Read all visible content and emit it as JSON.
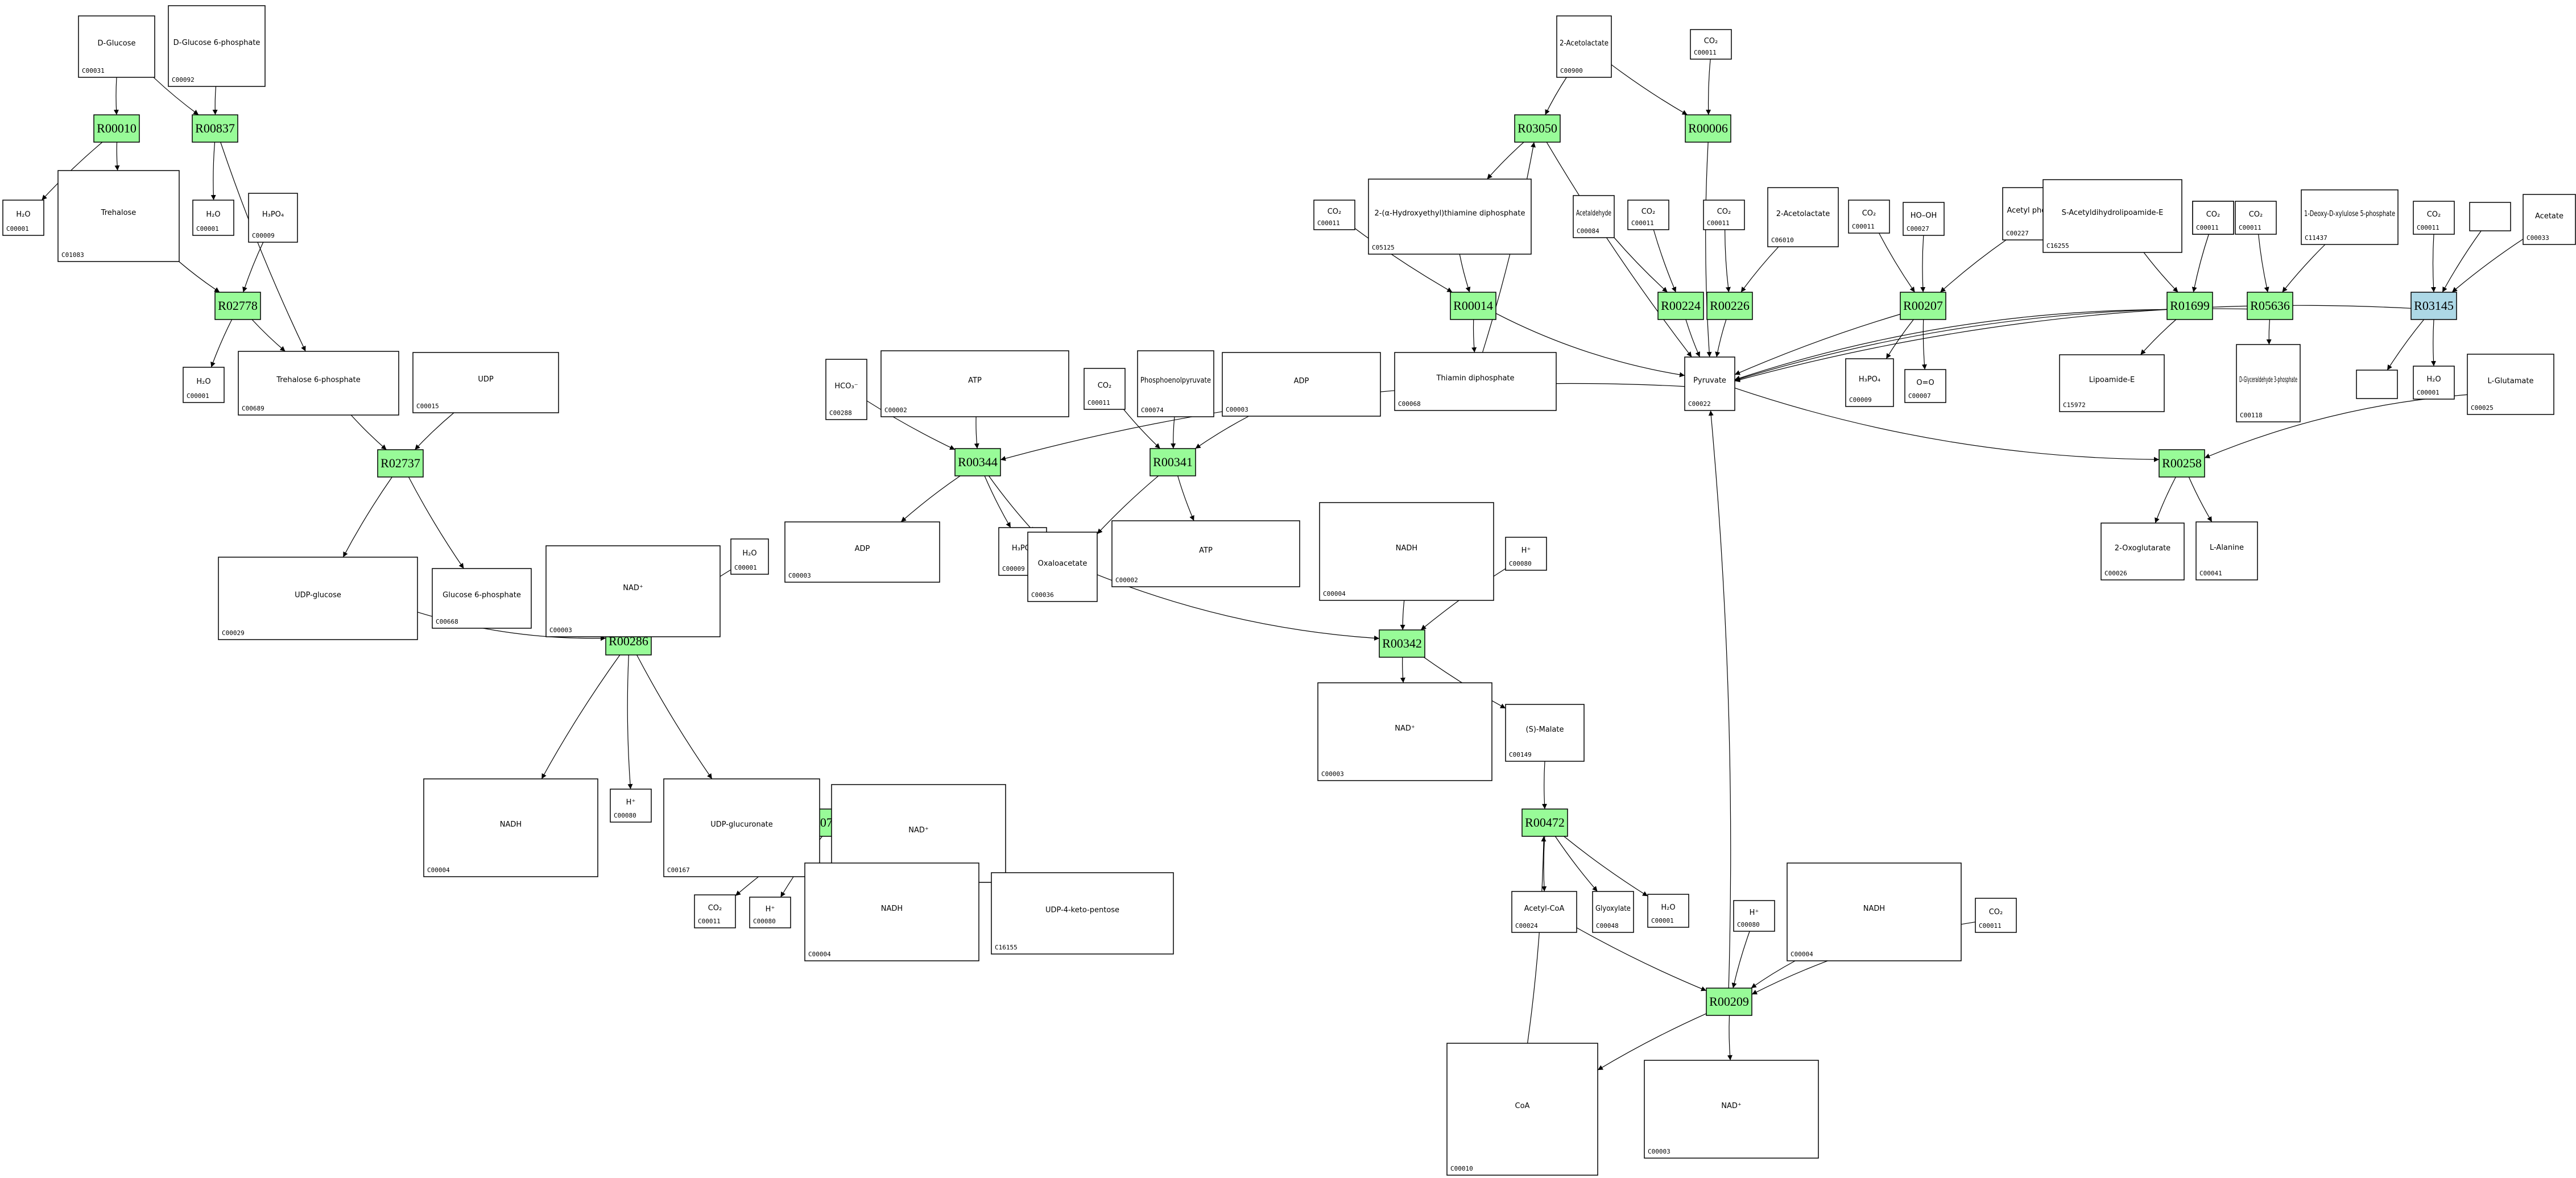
{
  "title": "KEGG reaction network graph",
  "colors": {
    "reaction_default": "#98FB98",
    "reaction_highlight": "#ADD8E6",
    "compound_fill": "#FFFFFF",
    "stroke": "#000000"
  },
  "reactions": [
    {
      "id": "R00010",
      "highlight": false
    },
    {
      "id": "R00837",
      "highlight": false
    },
    {
      "id": "R02778",
      "highlight": false
    },
    {
      "id": "R02737",
      "highlight": false
    },
    {
      "id": "R00286",
      "highlight": false
    },
    {
      "id": "R07658",
      "highlight": false
    },
    {
      "id": "R00344",
      "highlight": false
    },
    {
      "id": "R00341",
      "highlight": false
    },
    {
      "id": "R00342",
      "highlight": false
    },
    {
      "id": "R00472",
      "highlight": false
    },
    {
      "id": "R00209",
      "highlight": false
    },
    {
      "id": "R03050",
      "highlight": false
    },
    {
      "id": "R00006",
      "highlight": false
    },
    {
      "id": "R00014",
      "highlight": false
    },
    {
      "id": "R00224",
      "highlight": false
    },
    {
      "id": "R00226",
      "highlight": false
    },
    {
      "id": "R00207",
      "highlight": false
    },
    {
      "id": "R01699",
      "highlight": false
    },
    {
      "id": "R05636",
      "highlight": false
    },
    {
      "id": "R03145",
      "highlight": true
    },
    {
      "id": "R00258",
      "highlight": false
    }
  ],
  "compounds": [
    {
      "key": "c00031",
      "id": "C00031",
      "formula": "D-Glucose"
    },
    {
      "key": "c00092",
      "id": "C00092",
      "formula": "D-Glucose 6-phosphate"
    },
    {
      "key": "c00001a",
      "id": "C00001",
      "formula": "H₂O"
    },
    {
      "key": "c01083",
      "id": "C01083",
      "formula": "Trehalose"
    },
    {
      "key": "c00001b",
      "id": "C00001",
      "formula": "H₂O"
    },
    {
      "key": "c00009a",
      "id": "C00009",
      "formula": "H₃PO₄"
    },
    {
      "key": "c00001c",
      "id": "C00001",
      "formula": "H₂O"
    },
    {
      "key": "c00689",
      "id": "C00689",
      "formula": "Trehalose 6-phosphate"
    },
    {
      "key": "c00015",
      "id": "C00015",
      "formula": "UDP"
    },
    {
      "key": "c00029",
      "id": "C00029",
      "formula": "UDP-glucose"
    },
    {
      "key": "c00668",
      "id": "C00668",
      "formula": "Glucose 6-phosphate"
    },
    {
      "key": "c00003a",
      "id": "C00003",
      "formula": "NAD⁺"
    },
    {
      "key": "c00001d",
      "id": "C00001",
      "formula": "H₂O"
    },
    {
      "key": "c00004a",
      "id": "C00004",
      "formula": "NADH"
    },
    {
      "key": "c00080a",
      "id": "C00080",
      "formula": "H⁺"
    },
    {
      "key": "c00167",
      "id": "C00167",
      "formula": "UDP-glucuronate"
    },
    {
      "key": "c00003b",
      "id": "C00003",
      "formula": "NAD⁺"
    },
    {
      "key": "c00011a",
      "id": "C00011",
      "formula": "CO₂"
    },
    {
      "key": "c00080b",
      "id": "C00080",
      "formula": "H⁺"
    },
    {
      "key": "c00004b",
      "id": "C00004",
      "formula": "NADH"
    },
    {
      "key": "c16155",
      "id": "C16155",
      "formula": "UDP-4-keto-pentose"
    },
    {
      "key": "c00288",
      "id": "C00288",
      "formula": "HCO₃⁻"
    },
    {
      "key": "c00002a",
      "id": "C00002",
      "formula": "ATP"
    },
    {
      "key": "c00011b",
      "id": "C00011",
      "formula": "CO₂"
    },
    {
      "key": "c00074",
      "id": "C00074",
      "formula": "Phosphoenolpyruvate"
    },
    {
      "key": "c00003c",
      "id": "C00003",
      "formula": "ADP"
    },
    {
      "key": "c00003d",
      "id": "C00003",
      "formula": "ADP"
    },
    {
      "key": "c00009b",
      "id": "C00009",
      "formula": "H₃PO₄"
    },
    {
      "key": "c00036",
      "id": "C00036",
      "formula": "Oxaloacetate"
    },
    {
      "key": "c00002b",
      "id": "C00002",
      "formula": "ATP"
    },
    {
      "key": "c00004c",
      "id": "C00004",
      "formula": "NADH"
    },
    {
      "key": "c00080c",
      "id": "C00080",
      "formula": "H⁺"
    },
    {
      "key": "c00003e",
      "id": "C00003",
      "formula": "NAD⁺"
    },
    {
      "key": "c00149",
      "id": "C00149",
      "formula": "(S)-Malate"
    },
    {
      "key": "c00024",
      "id": "C00024",
      "formula": "Acetyl-CoA"
    },
    {
      "key": "c00048",
      "id": "C00048",
      "formula": "Glyoxylate"
    },
    {
      "key": "c00001e",
      "id": "C00001",
      "formula": "H₂O"
    },
    {
      "key": "c00080d",
      "id": "C00080",
      "formula": "H⁺"
    },
    {
      "key": "c00004d",
      "id": "C00004",
      "formula": "NADH"
    },
    {
      "key": "c00011c",
      "id": "C00011",
      "formula": "CO₂"
    },
    {
      "key": "c00010",
      "id": "C00010",
      "formula": "CoA"
    },
    {
      "key": "c00003f",
      "id": "C00003",
      "formula": "NAD⁺"
    },
    {
      "key": "c00900",
      "id": "C00900",
      "formula": "2-Acetolactate"
    },
    {
      "key": "c00011d",
      "id": "C00011",
      "formula": "CO₂"
    },
    {
      "key": "c00011e",
      "id": "C00011",
      "formula": "CO₂"
    },
    {
      "key": "c05125",
      "id": "C05125",
      "formula": "2-(α-Hydroxyethyl)thiamine diphosphate"
    },
    {
      "key": "c00068",
      "id": "C00068",
      "formula": "Thiamin diphosphate"
    },
    {
      "key": "c00084",
      "id": "C00084",
      "formula": "Acetaldehyde"
    },
    {
      "key": "c00011f",
      "id": "C00011",
      "formula": "CO₂"
    },
    {
      "key": "c00011g",
      "id": "C00011",
      "formula": "CO₂"
    },
    {
      "key": "c06010",
      "id": "C06010",
      "formula": "2-Acetolactate"
    },
    {
      "key": "c00022",
      "id": "C00022",
      "formula": "Pyruvate"
    },
    {
      "key": "c00011h",
      "id": "C00011",
      "formula": "CO₂"
    },
    {
      "key": "c00027",
      "id": "C00027",
      "formula": "HO–OH"
    },
    {
      "key": "c00227",
      "id": "C00227",
      "formula": "Acetyl phosphate"
    },
    {
      "key": "c00009c",
      "id": "C00009",
      "formula": "H₃PO₄"
    },
    {
      "key": "c00007",
      "id": "C00007",
      "formula": "O=O"
    },
    {
      "key": "c16255",
      "id": "C16255",
      "formula": "S-Acetyldihydrolipoamide-E"
    },
    {
      "key": "c00011i",
      "id": "C00011",
      "formula": "CO₂"
    },
    {
      "key": "c15972",
      "id": "C15972",
      "formula": "Lipoamide-E"
    },
    {
      "key": "c00011j",
      "id": "C00011",
      "formula": "CO₂"
    },
    {
      "key": "c00011k",
      "id": "C00011",
      "formula": "CO₂"
    },
    {
      "key": "c11437",
      "id": "C11437",
      "formula": "1-Deoxy-D-xylulose 5-phosphate"
    },
    {
      "key": "c00118",
      "id": "C00118",
      "formula": "D-Glyceraldehyde 3-phosphate"
    },
    {
      "key": "c00011l",
      "id": "C00011",
      "formula": "CO₂"
    },
    {
      "key": "blank1",
      "id": "",
      "formula": ""
    },
    {
      "key": "c00033",
      "id": "C00033",
      "formula": "Acetate"
    },
    {
      "key": "blank2",
      "id": "",
      "formula": ""
    },
    {
      "key": "c00001f",
      "id": "C00001",
      "formula": "H₂O"
    },
    {
      "key": "c00025",
      "id": "C00025",
      "formula": "L-Glutamate"
    },
    {
      "key": "c00026",
      "id": "C00026",
      "formula": "2-Oxoglutarate"
    },
    {
      "key": "c00041",
      "id": "C00041",
      "formula": "L-Alanine"
    }
  ]
}
